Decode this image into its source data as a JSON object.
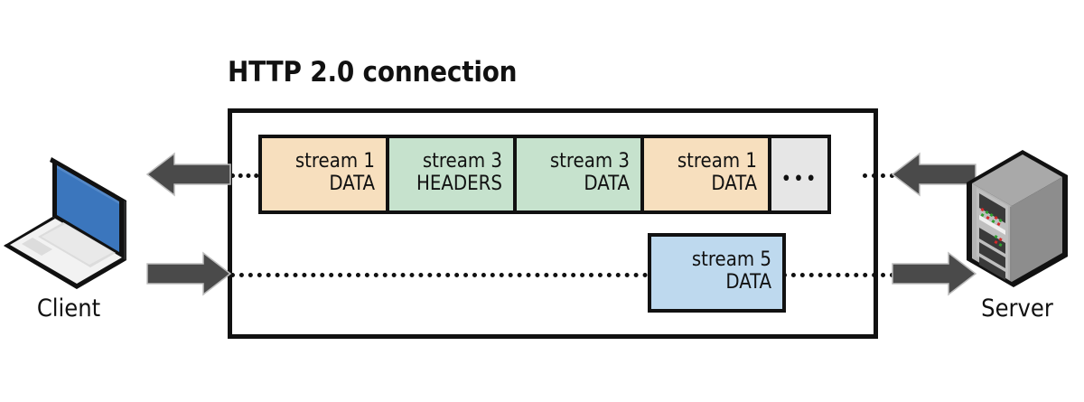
{
  "diagram": {
    "title": "HTTP 2.0 connection",
    "type": "http2-multiplexing-diagram"
  },
  "endpoints": {
    "client": {
      "label": "Client",
      "icon": "laptop-icon",
      "screen_color": "#3b76bd",
      "body_color": "#e8e8e8"
    },
    "server": {
      "label": "Server",
      "icon": "server-tower-icon",
      "body_color": "#8d8d8d",
      "slot_color": "#3a3a3a",
      "led_colors": [
        "#d42a2a",
        "#2fa02f"
      ]
    }
  },
  "arrows": {
    "color": "#4a4a4a",
    "items": [
      {
        "name": "client-inbound-arrow",
        "direction": "left",
        "position": "top-left"
      },
      {
        "name": "client-outbound-arrow",
        "direction": "right",
        "position": "bottom-left"
      },
      {
        "name": "server-inbound-arrow",
        "direction": "left",
        "position": "top-right"
      },
      {
        "name": "server-outbound-arrow",
        "direction": "right",
        "position": "bottom-right"
      }
    ]
  },
  "channels": [
    {
      "name": "upper-channel",
      "frames": [
        {
          "stream": "stream 1",
          "frame_type": "DATA",
          "color": "#f7dfbe",
          "width": 145
        },
        {
          "stream": "stream 3",
          "frame_type": "HEADERS",
          "color": "#c6e2cd",
          "width": 145
        },
        {
          "stream": "stream 3",
          "frame_type": "DATA",
          "color": "#c6e2cd",
          "width": 145
        },
        {
          "stream": "stream 1",
          "frame_type": "DATA",
          "color": "#f7dfbe",
          "width": 145
        },
        {
          "stream": "",
          "frame_type": "•••",
          "color": "#e6e6e6",
          "width": 70
        }
      ]
    },
    {
      "name": "lower-channel",
      "frames": [
        {
          "stream": "stream 5",
          "frame_type": "DATA",
          "color": "#bed9ee",
          "width": 153
        }
      ]
    }
  ],
  "colors": {
    "stroke": "#111111",
    "background": "#ffffff",
    "peach": "#f7dfbe",
    "green": "#c6e2cd",
    "blue": "#bed9ee",
    "gray": "#e6e6e6",
    "arrow_gray": "#4a4a4a"
  }
}
